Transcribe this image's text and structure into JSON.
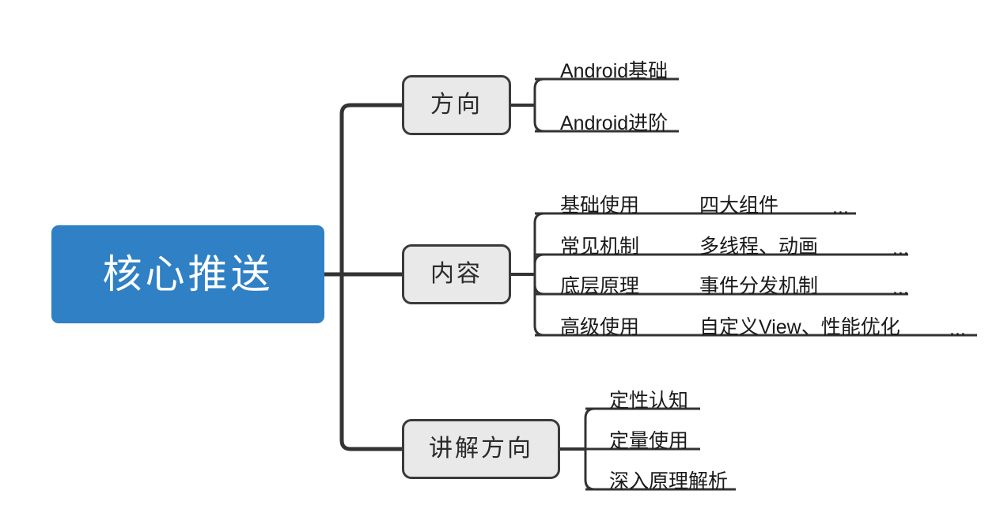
{
  "diagram": {
    "title": "核心推送 mind map",
    "colors": {
      "root_fill": "#2f80c4",
      "root_text": "#ffffff",
      "branch_fill": "#e9e9e9",
      "branch_border": "#3a3a3a",
      "line": "#333333",
      "text": "#1a1a1a",
      "background": "#ffffff"
    },
    "root": {
      "label": "核心推送"
    },
    "branches": [
      {
        "label": "方向",
        "leaves": [
          {
            "primary": "Android基础",
            "secondary": "",
            "ellipsis": ""
          },
          {
            "primary": "Android进阶",
            "secondary": "",
            "ellipsis": ""
          }
        ]
      },
      {
        "label": "内容",
        "leaves": [
          {
            "primary": "基础使用",
            "secondary": "四大组件",
            "ellipsis": "..."
          },
          {
            "primary": "常见机制",
            "secondary": "多线程、动画",
            "ellipsis": "..."
          },
          {
            "primary": "底层原理",
            "secondary": "事件分发机制",
            "ellipsis": "..."
          },
          {
            "primary": "高级使用",
            "secondary": "自定义View、性能优化",
            "ellipsis": "..."
          }
        ]
      },
      {
        "label": "讲解方向",
        "leaves": [
          {
            "primary": "定性认知",
            "secondary": "",
            "ellipsis": ""
          },
          {
            "primary": "定量使用",
            "secondary": "",
            "ellipsis": ""
          },
          {
            "primary": "深入原理解析",
            "secondary": "",
            "ellipsis": ""
          }
        ]
      }
    ]
  }
}
